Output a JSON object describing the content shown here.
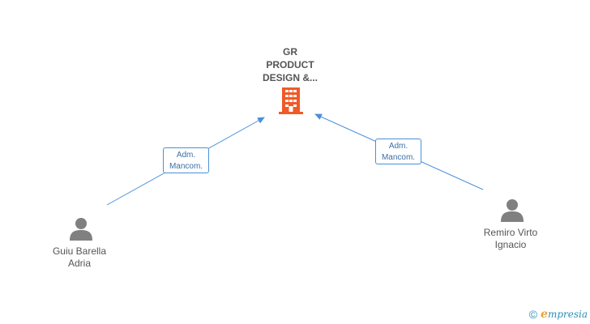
{
  "company": {
    "name_lines": [
      "GR",
      "PRODUCT",
      "DESIGN &..."
    ],
    "icon": "building-icon",
    "color": "#f05a28"
  },
  "people": [
    {
      "name_lines": [
        "Guiu Barella",
        "Adria"
      ],
      "icon": "person-icon"
    },
    {
      "name_lines": [
        "Remiro Virto",
        "Ignacio"
      ],
      "icon": "person-icon"
    }
  ],
  "edges": [
    {
      "label_lines": [
        "Adm.",
        "Mancom."
      ]
    },
    {
      "label_lines": [
        "Adm.",
        "Mancom."
      ]
    }
  ],
  "footer": {
    "copyright_symbol": "©",
    "brand_first": "e",
    "brand_rest": "mpresia"
  },
  "colors": {
    "edge": "#4a90d9",
    "person": "#808080",
    "text": "#555555"
  }
}
